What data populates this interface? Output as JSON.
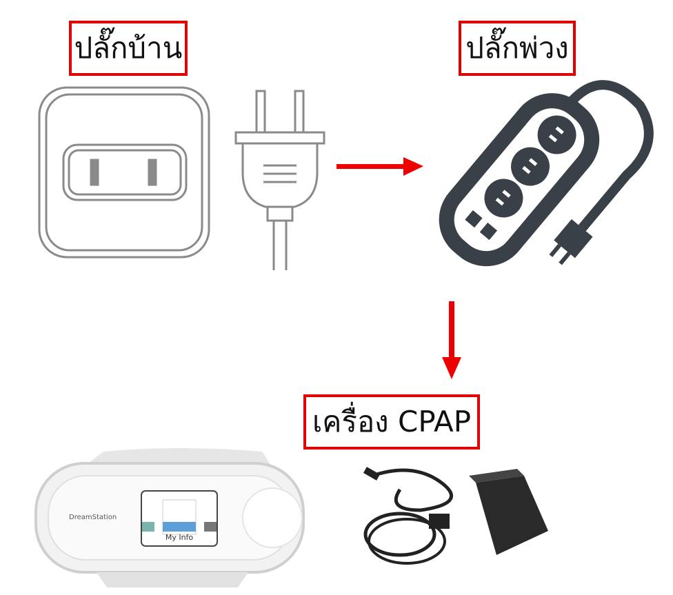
{
  "labels": {
    "house_outlet": "ปลั๊กบ้าน",
    "power_strip": "ปลั๊กพ่วง",
    "cpap_machine": "เครื่อง CPAP"
  },
  "cpap": {
    "brand": "DreamStation",
    "screen_label": "My Info"
  },
  "colors": {
    "arrow": "#ee0000",
    "label_border": "#e00000",
    "strip": "#3a4047"
  }
}
